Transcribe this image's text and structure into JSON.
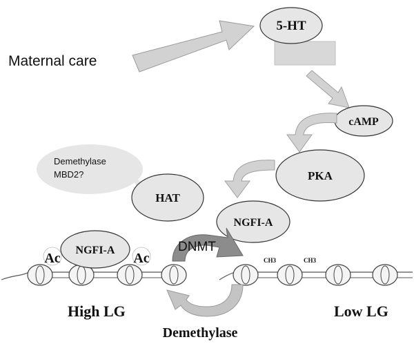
{
  "labels": {
    "maternal_care": "Maternal care",
    "serotonin": "5-HT",
    "camp": "cAMP",
    "pka": "PKA",
    "hat": "HAT",
    "ngfia_top": "NGFI-A",
    "ngfia_bottom": "NGFI-A",
    "demethylase_bubble_line1": "Demethylase",
    "demethylase_bubble_line2": "MBD2?",
    "dnmt": "DNMT",
    "ac_left": "Ac",
    "ac_right": "Ac",
    "ch3_left": "CH3",
    "ch3_right": "CH3",
    "high_lg": "High LG",
    "low_lg": "Low LG",
    "demethylase_bottom": "Demethylase"
  },
  "colors": {
    "ellipse_fill": "#e6e6e6",
    "ellipse_stroke": "#333333",
    "arrow_fill": "#d2d2d2",
    "dnmt_arrow": "#8c8c8c",
    "demethylase_arrow": "#c4c4c4",
    "receptor_fill": "#d8d8d8",
    "nucleosome_fill": "#f4f4f4"
  }
}
